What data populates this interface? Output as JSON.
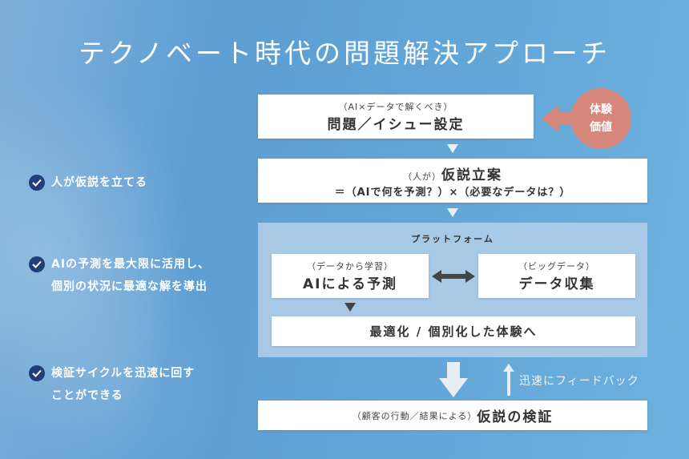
{
  "title": "テクノベート時代の問題解決アプローチ",
  "checks": [
    {
      "lines": [
        "人が仮説を立てる"
      ]
    },
    {
      "lines": [
        "AIの予測を最大限に活用し、",
        "個別の状況に最適な解を導出"
      ]
    },
    {
      "lines": [
        "検証サイクルを迅速に回す",
        "ことができる"
      ]
    }
  ],
  "issue": {
    "sub": "（AI×データで解くべき）",
    "main": "問題／イシュー設定"
  },
  "value_badge": {
    "line1": "体験",
    "line2": "価値"
  },
  "hypothesis": {
    "sub": "（人が）",
    "main": "仮説立案",
    "formula": "＝（AIで何を予測？）×（必要なデータは？）"
  },
  "platform": {
    "label": "プラットフォーム",
    "ai": {
      "sub": "（データから学習）",
      "main": "AIによる予測"
    },
    "data": {
      "sub": "（ビッグデータ）",
      "main": "データ収集"
    },
    "optimize": "最適化 / 個別化した体験へ"
  },
  "feedback": "迅速にフィードバック",
  "verify": {
    "sub": "（顧客の行動／結果による）",
    "main": "仮説の検証"
  }
}
